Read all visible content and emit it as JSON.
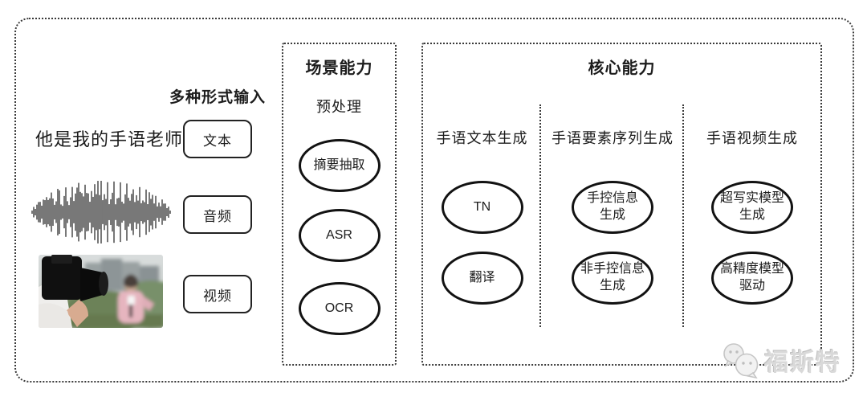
{
  "diagram": {
    "input": {
      "title": "多种形式输入",
      "sample_text": "他是我的手语老师",
      "items": [
        {
          "label": "文本"
        },
        {
          "label": "音频"
        },
        {
          "label": "视频"
        }
      ]
    },
    "scene": {
      "title": "场景能力",
      "subtitle": "预处理",
      "nodes": [
        "摘要抽取",
        "ASR",
        "OCR"
      ]
    },
    "core": {
      "title": "核心能力",
      "columns": [
        {
          "header": "手语文本生成",
          "nodes": [
            "TN",
            "翻译"
          ]
        },
        {
          "header": "手语要素序列生成",
          "nodes": [
            "手控信息\n生成",
            "非手控信息\n生成"
          ]
        },
        {
          "header": "手语视频生成",
          "nodes": [
            "超写实模型\n生成",
            "高精度模型\n驱动"
          ]
        }
      ]
    },
    "watermark": {
      "text": "福斯特",
      "icon": "wechat-chat-bubbles"
    },
    "colors": {
      "border": "#3a3a3a",
      "text": "#1c1c1c",
      "node_border": "#121212",
      "watermark": "#d9d9d9"
    }
  }
}
